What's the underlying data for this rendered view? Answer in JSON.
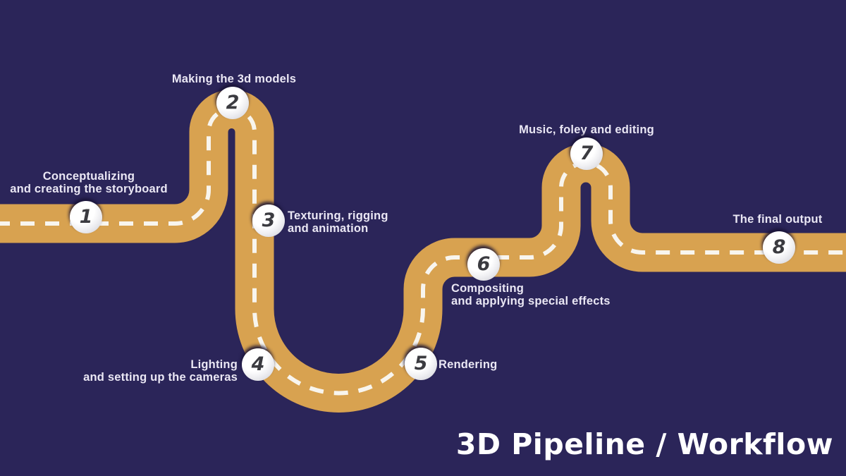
{
  "title": "3D Pipeline / Workflow",
  "colors": {
    "background": "#2b2559",
    "road": "#d8a250",
    "road_dash": "#f8f5ee",
    "label_text": "#eae7f4",
    "title_text": "#ffffff",
    "badge_number": "#3b3b40"
  },
  "steps": [
    {
      "number": "1",
      "label": "Conceptualizing\nand creating the storyboard"
    },
    {
      "number": "2",
      "label": "Making the 3d models"
    },
    {
      "number": "3",
      "label": "Texturing, rigging\nand animation"
    },
    {
      "number": "4",
      "label": "Lighting\nand setting up the cameras"
    },
    {
      "number": "5",
      "label": "Rendering"
    },
    {
      "number": "6",
      "label": "Compositing\nand applying special effects"
    },
    {
      "number": "7",
      "label": "Music, foley and editing"
    },
    {
      "number": "8",
      "label": "The final output"
    }
  ]
}
